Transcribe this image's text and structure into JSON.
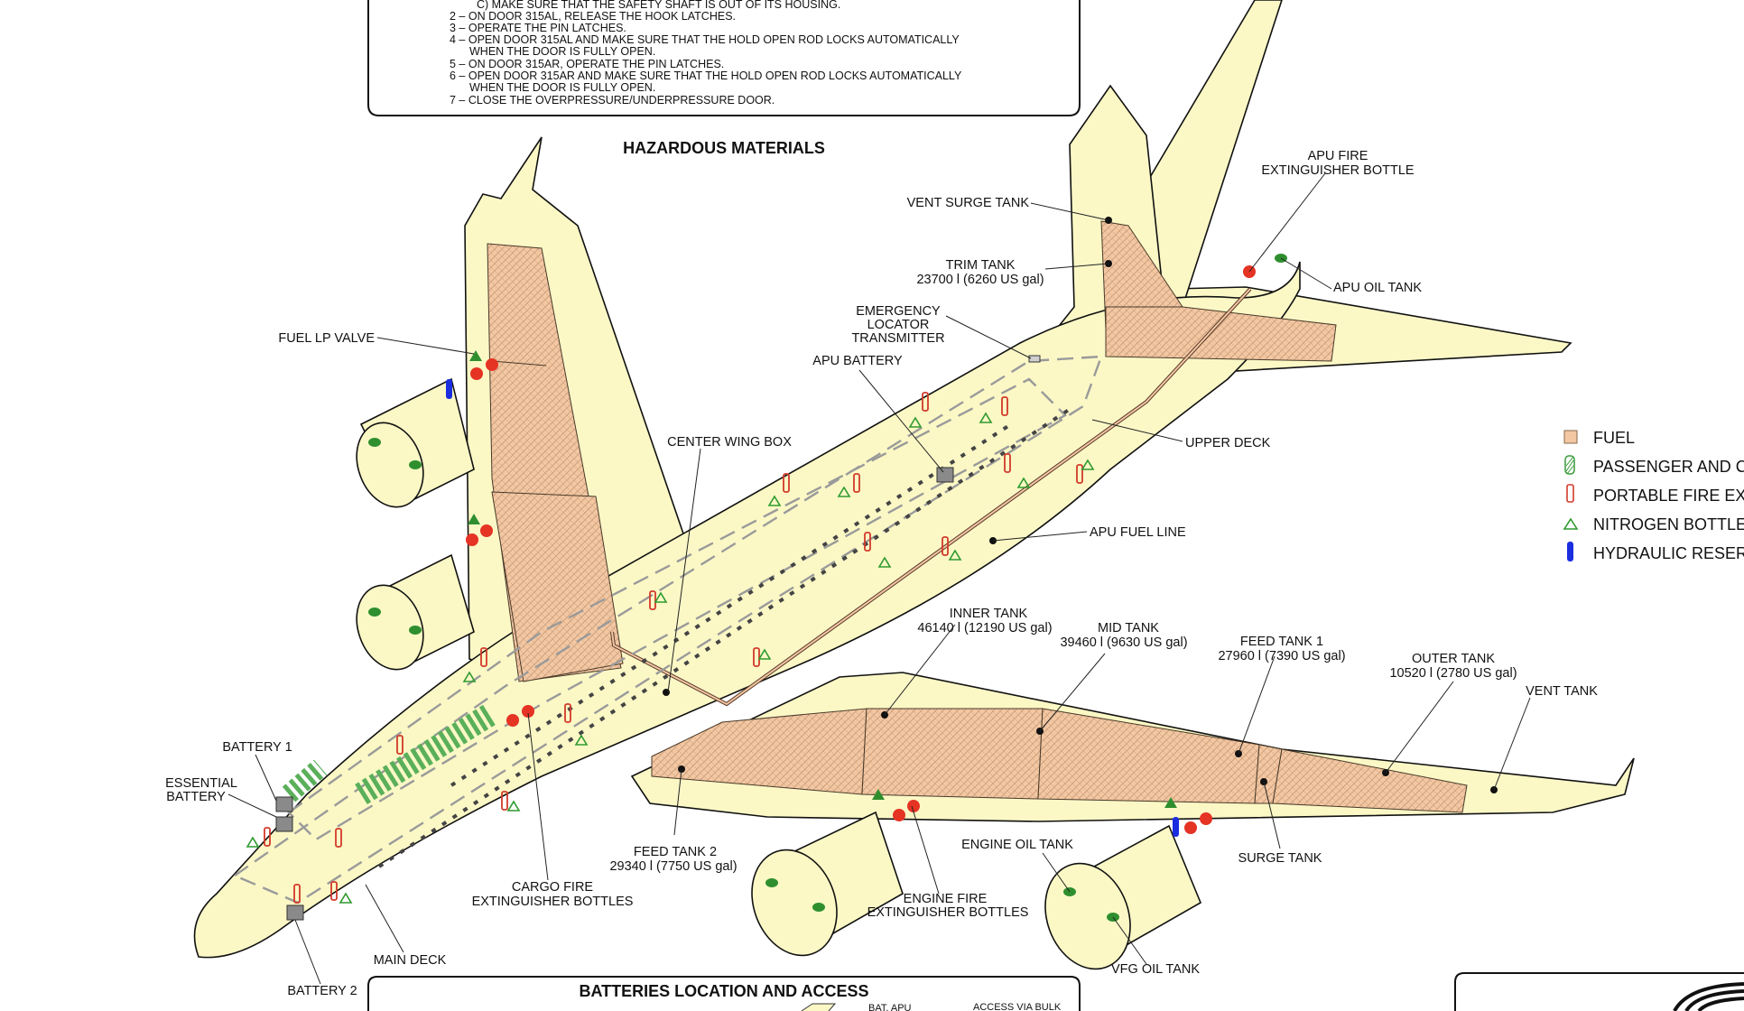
{
  "instructions": {
    "lines": [
      "C) MAKE SURE THAT THE SAFETY SHAFT IS OUT OF ITS HOUSING.",
      "2 – ON DOOR 315AL, RELEASE THE HOOK LATCHES.",
      "3 – OPERATE THE PIN LATCHES.",
      "4 – OPEN DOOR 315AL AND MAKE SURE THAT THE HOLD OPEN ROD LOCKS AUTOMATICALLY",
      "WHEN THE DOOR IS FULLY OPEN.",
      "5 – ON DOOR 315AR, OPERATE THE PIN LATCHES.",
      "6 – OPEN DOOR 315AR AND MAKE SURE THAT THE HOLD OPEN ROD LOCKS AUTOMATICALLY",
      "WHEN THE DOOR IS FULLY OPEN.",
      "7 – CLOSE THE OVERPRESSURE/UNDERPRESSURE DOOR."
    ]
  },
  "section_title": "HAZARDOUS MATERIALS",
  "bottom_panel_title": "BATTERIES LOCATION AND ACCESS",
  "bottom_panel_fragments": [
    "BAT. APU",
    "ACCESS VIA BULK"
  ],
  "labels": {
    "vent_surge_tank": "VENT SURGE TANK",
    "trim_tank_name": "TRIM TANK",
    "trim_tank_cap": "23700 l (6260 US gal)",
    "apu_fire_1": "APU FIRE",
    "apu_fire_2": "EXTINGUISHER BOTTLE",
    "apu_oil_tank": "APU OIL TANK",
    "elt_1": "EMERGENCY",
    "elt_2": "LOCATOR",
    "elt_3": "TRANSMITTER",
    "apu_battery": "APU BATTERY",
    "fuel_lp_valve": "FUEL LP VALVE",
    "center_wing_box": "CENTER WING BOX",
    "upper_deck": "UPPER DECK",
    "apu_fuel_line": "APU FUEL LINE",
    "inner_tank_name": "INNER TANK",
    "inner_tank_cap": "46140 l (12190 US gal)",
    "mid_tank_name": "MID TANK",
    "mid_tank_cap": "39460 l (9630 US gal)",
    "feed_tank1_name": "FEED TANK 1",
    "feed_tank1_cap": "27960 l (7390 US gal)",
    "outer_tank_name": "OUTER TANK",
    "outer_tank_cap": "10520 l (2780 US gal)",
    "vent_tank": "VENT TANK",
    "battery1": "BATTERY 1",
    "essential_battery_1": "ESSENTIAL",
    "essential_battery_2": "BATTERY",
    "feed_tank2_name": "FEED TANK 2",
    "feed_tank2_cap": "29340 l (7750 US gal)",
    "cargo_fire_1": "CARGO FIRE",
    "cargo_fire_2": "EXTINGUISHER BOTTLES",
    "engine_oil_tank": "ENGINE OIL TANK",
    "engine_fire_1": "ENGINE FIRE",
    "engine_fire_2": "EXTINGUISHER BOTTLES",
    "surge_tank": "SURGE TANK",
    "main_deck": "MAIN DECK",
    "vfg_oil_tank": "VFG OIL TANK",
    "battery2": "BATTERY 2"
  },
  "legend": [
    {
      "symbol": "fuel-swatch",
      "label": "FUEL"
    },
    {
      "symbol": "passenger-oxygen-bottle",
      "label": "PASSENGER AND CR"
    },
    {
      "symbol": "portable-fire-extinguisher",
      "label": "PORTABLE FIRE EXT"
    },
    {
      "symbol": "nitrogen-bottle",
      "label": "NITROGEN BOTTLES"
    },
    {
      "symbol": "hydraulic-reservoir",
      "label": "HYDRAULIC RESERV"
    }
  ],
  "colors": {
    "airframe": "#fbf8c6",
    "fuel": "#f2c7a2",
    "fire_bottle": "#e53324",
    "oxygen": "#2f8f2f",
    "hydraulic": "#1a2ee0",
    "battery": "#8a8a8a"
  }
}
